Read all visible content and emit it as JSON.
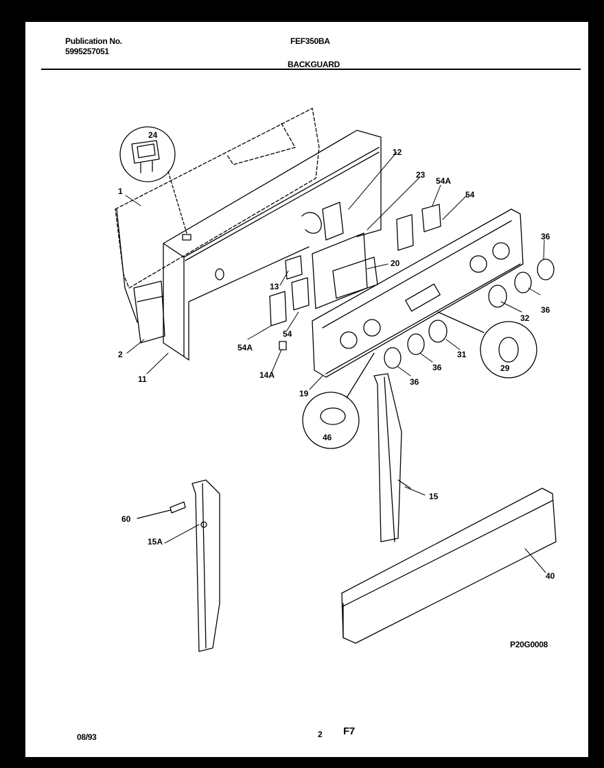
{
  "header": {
    "publication_label": "Publication No.",
    "publication_number": "5995257051",
    "model": "FEF350BA",
    "section": "BACKGUARD"
  },
  "footer": {
    "date": "08/93",
    "page": "2",
    "figure": "F7",
    "drawing_code": "P20G0008"
  },
  "callouts": {
    "c1": "1",
    "c2": "2",
    "c11": "11",
    "c12": "12",
    "c13": "13",
    "c14a": "14A",
    "c15": "15",
    "c15a": "15A",
    "c19": "19",
    "c20": "20",
    "c23": "23",
    "c24": "24",
    "c29": "29",
    "c31": "31",
    "c32": "32",
    "c36a": "36",
    "c36b": "36",
    "c36c": "36",
    "c36d": "36",
    "c40": "40",
    "c46": "46",
    "c54a": "54",
    "c54b": "54",
    "c54A1": "54A",
    "c54A2": "54A",
    "c60": "60"
  }
}
